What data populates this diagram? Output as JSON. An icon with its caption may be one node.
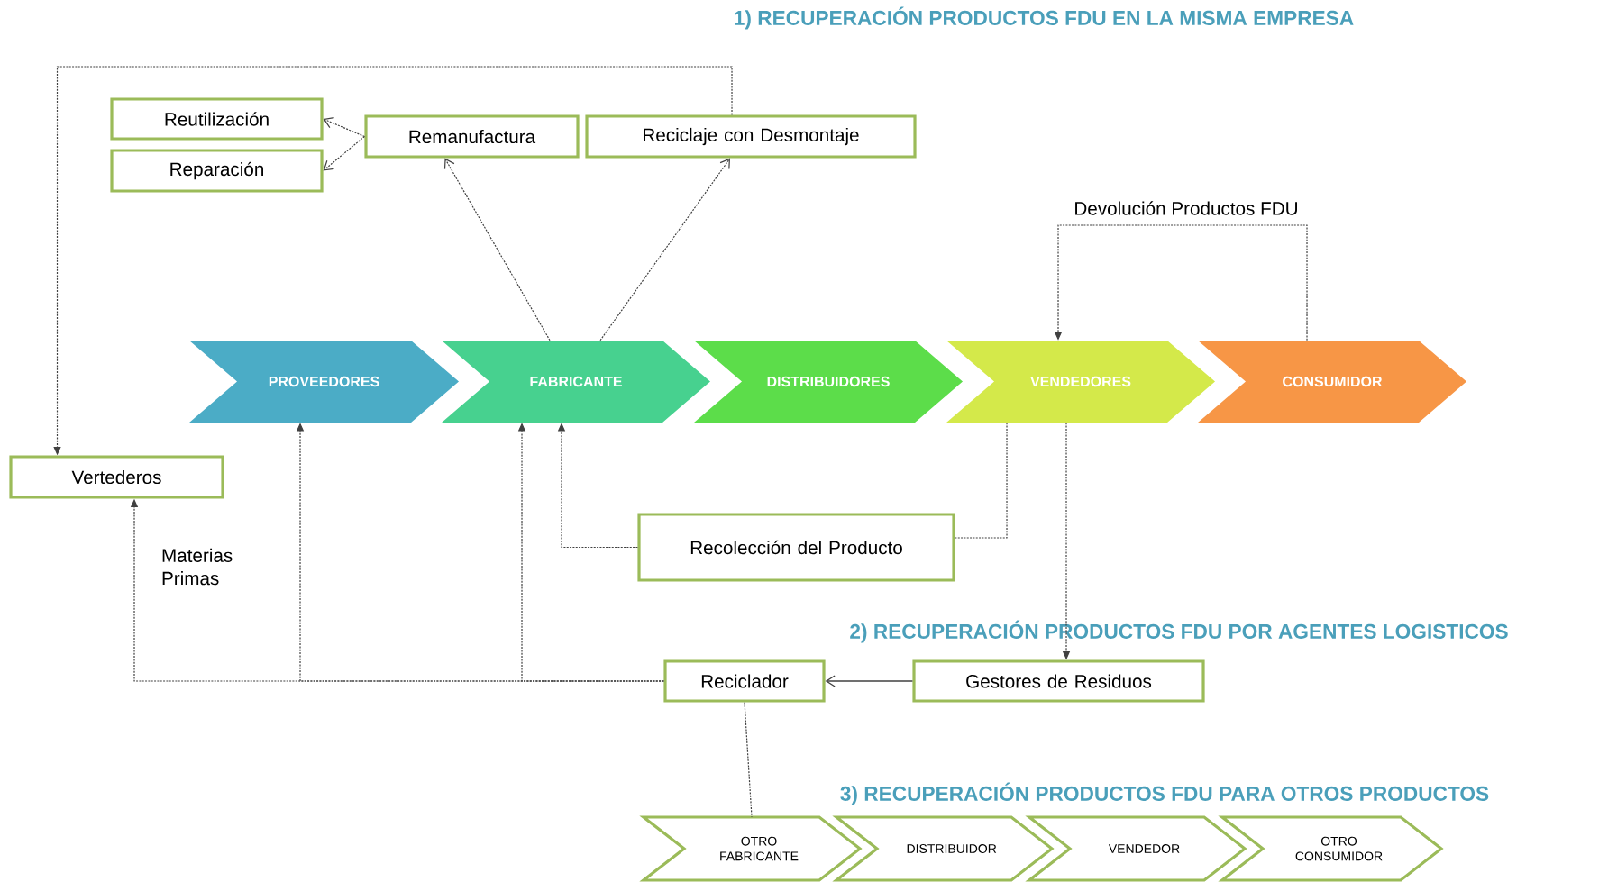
{
  "diagram": {
    "nodes": [
      {
        "text": [
          "Reutilización"
        ]
      },
      {
        "text": [
          "Reparación"
        ]
      },
      {
        "text": [
          "Remanufactura"
        ]
      },
      {
        "text": [
          "Reciclaje con Desmontaje"
        ]
      },
      {
        "text": [
          "PROVEEDORES"
        ]
      },
      {
        "text": [
          "FABRICANTE"
        ]
      },
      {
        "text": [
          "DISTRIBUIDORES"
        ]
      },
      {
        "text": [
          "VENDEDORES"
        ]
      },
      {
        "text": [
          "CONSUMIDOR"
        ]
      },
      {
        "text": [
          "Vertederos"
        ]
      },
      {
        "text": [
          "Recolección del Producto"
        ]
      },
      {
        "text": [
          "Reciclador"
        ]
      },
      {
        "text": [
          "Gestores de Residuos"
        ]
      },
      {
        "text": [
          "OTRO FABRICANTE"
        ]
      },
      {
        "text": [
          "DISTRIBUIDOR"
        ]
      },
      {
        "text": [
          "VENDEDOR"
        ]
      },
      {
        "text": [
          "OTRO CONSUMIDOR"
        ]
      }
    ],
    "edges": [
      {
        "from": 2,
        "to": 0,
        "arrow": "to",
        "style": "dashed"
      },
      {
        "from": 2,
        "to": 1,
        "arrow": "to",
        "style": "dashed"
      },
      {
        "from": 5,
        "to": 2,
        "arrow": "to",
        "style": "dashed"
      },
      {
        "from": 5,
        "to": 3,
        "arrow": "to",
        "style": "dashed"
      },
      {
        "from": 3,
        "to": 9,
        "arrow": "to",
        "style": "dashed"
      },
      {
        "from": 8,
        "to": 7,
        "arrow": "to",
        "style": "dashed",
        "label": "Devolución Productos FDU"
      },
      {
        "from": 7,
        "to": 10,
        "arrow": "none",
        "style": "dashed"
      },
      {
        "from": 10,
        "to": 5,
        "arrow": "to",
        "style": "dashed"
      },
      {
        "from": 7,
        "to": 12,
        "arrow": "to",
        "style": "dashed"
      },
      {
        "from": 12,
        "to": 11,
        "arrow": "to"
      },
      {
        "from": 11,
        "to": 9,
        "arrow": "to",
        "style": "dashed"
      },
      {
        "from": 11,
        "to": 4,
        "arrow": "to",
        "style": "dashed"
      },
      {
        "from": 11,
        "to": 5,
        "arrow": "to",
        "style": "dashed"
      },
      {
        "from": 11,
        "to": 13,
        "arrow": "none",
        "style": "dashed"
      }
    ],
    "labels": [
      "1) RECUPERACIÓN PRODUCTOS  FDU EN LA MISMA EMPRESA",
      "Materias Primas",
      "2) RECUPERACIÓN PRODUCTOS  FDU POR AGENTES LOGISTICOS",
      "3) RECUPERACIÓN PRODUCTOS  FDU PARA OTROS PRODUCTOS"
    ]
  }
}
